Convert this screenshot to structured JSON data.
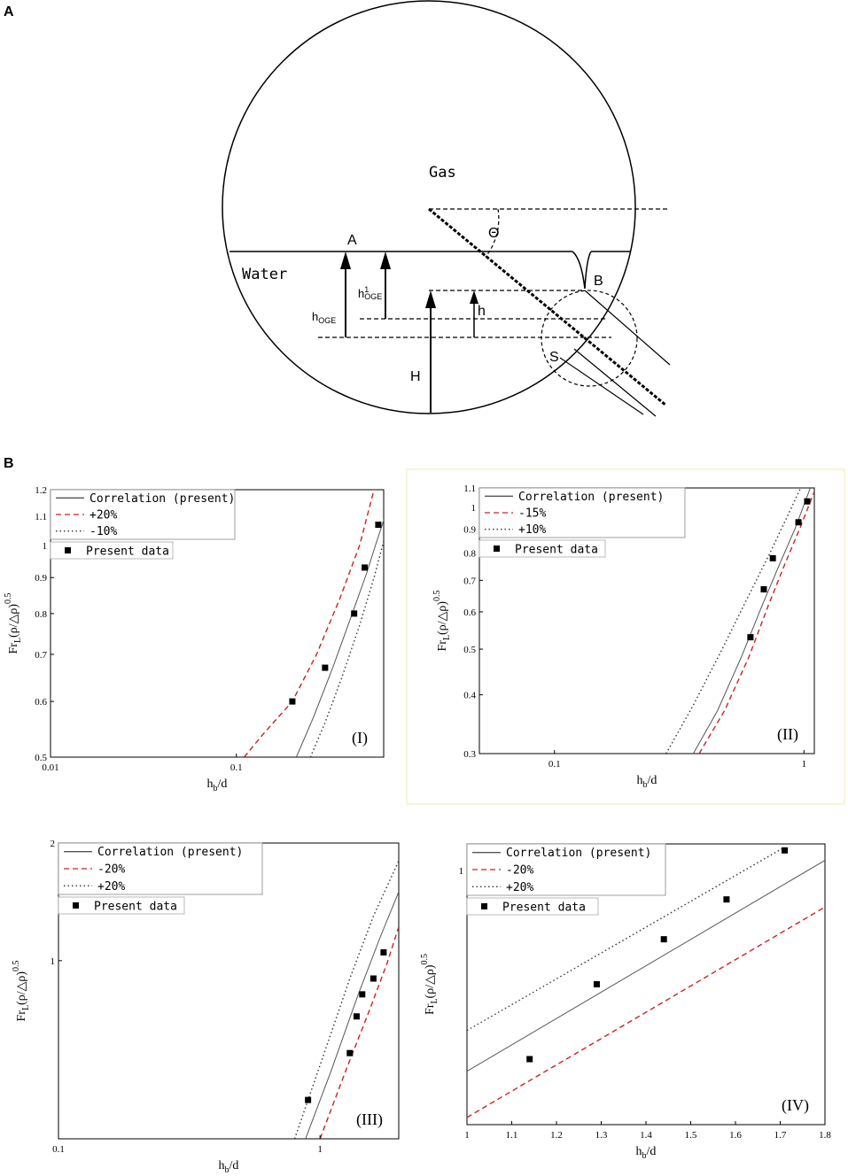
{
  "panel_a": {
    "label": "A",
    "gas": "Gas",
    "water": "Water",
    "theta": "Θ",
    "point_a": "A",
    "point_b": "B",
    "point_s": "S",
    "h_oge": "h",
    "h_oge_sub": "OGE",
    "h1_oge": "h",
    "h1_oge_sup": "1",
    "h1_oge_sub": "OGE",
    "h": "h",
    "H": "H"
  },
  "panel_b": {
    "label": "B"
  },
  "chart_data": [
    {
      "type": "line",
      "id": "I",
      "tag": "(I)",
      "xscale": "log",
      "yscale": "log",
      "xlim": [
        0.01,
        0.62
      ],
      "ylim": [
        0.5,
        1.2
      ],
      "xticks": [
        0.01,
        0.1
      ],
      "xtick_labels": [
        "0.01",
        "0.1"
      ],
      "yticks": [
        0.5,
        0.6,
        0.7,
        0.8,
        0.9,
        1.0,
        1.1,
        1.2
      ],
      "ytick_labels": [
        "0.5",
        "0.6",
        "0.7",
        "0.8",
        "0.9",
        "1",
        "1.1",
        "1.2"
      ],
      "xlabel": "h",
      "xlabel_sub": "b",
      "xlabel_tail": "/d",
      "ylabel": "Fr",
      "ylabel_sub": "L",
      "ylabel_mid": "(ρ/△ρ)",
      "ylabel_sup": "0.5",
      "legend": [
        "Correlation (present)",
        "+20%",
        "-10%",
        "Present data"
      ],
      "series": [
        {
          "name": "Correlation (present)",
          "style": "solid",
          "color": "#555555",
          "points": [
            [
              0.21,
              0.5
            ],
            [
              0.26,
              0.57
            ],
            [
              0.33,
              0.67
            ],
            [
              0.42,
              0.8
            ],
            [
              0.5,
              0.91
            ],
            [
              0.56,
              1.0
            ],
            [
              0.63,
              1.1
            ]
          ]
        },
        {
          "name": "+20%",
          "style": "dashed",
          "color": "#cc2222",
          "points": [
            [
              0.11,
              0.5
            ],
            [
              0.14,
              0.54
            ],
            [
              0.2,
              0.6
            ],
            [
              0.27,
              0.7
            ],
            [
              0.36,
              0.84
            ],
            [
              0.46,
              1.0
            ],
            [
              0.55,
              1.2
            ]
          ]
        },
        {
          "name": "-10%",
          "style": "dotted",
          "color": "#333333",
          "points": [
            [
              0.25,
              0.5
            ],
            [
              0.3,
              0.56
            ],
            [
              0.37,
              0.65
            ],
            [
              0.46,
              0.77
            ],
            [
              0.55,
              0.9
            ],
            [
              0.63,
              1.03
            ]
          ]
        },
        {
          "name": "Present data",
          "style": "marker",
          "color": "#000000",
          "points": [
            [
              0.2,
              0.6
            ],
            [
              0.3,
              0.67
            ],
            [
              0.43,
              0.8
            ],
            [
              0.49,
              0.93
            ],
            [
              0.58,
              1.07
            ]
          ]
        }
      ]
    },
    {
      "type": "line",
      "id": "II",
      "tag": "(II)",
      "xscale": "log",
      "yscale": "log",
      "xlim": [
        0.05,
        1.1
      ],
      "ylim": [
        0.3,
        1.1
      ],
      "xticks": [
        0.1,
        1
      ],
      "xtick_labels": [
        "0.1",
        "1"
      ],
      "yticks": [
        0.3,
        0.4,
        0.5,
        0.6,
        0.7,
        0.8,
        0.9,
        1.0,
        1.1
      ],
      "ytick_labels": [
        "0.3",
        "0.4",
        "0.5",
        "0.6",
        "0.7",
        "0.8",
        "0.9",
        "1",
        "1.1"
      ],
      "xlabel": "h",
      "xlabel_sub": "b",
      "xlabel_tail": "/d",
      "ylabel": "Fr",
      "ylabel_sub": "L",
      "ylabel_mid": "(ρ/△ρ)",
      "ylabel_sup": "0.5",
      "legend": [
        "Correlation (present)",
        "-15%",
        "+10%",
        "Present data"
      ],
      "series": [
        {
          "name": "Correlation (present)",
          "style": "solid",
          "color": "#555555",
          "points": [
            [
              0.36,
              0.3
            ],
            [
              0.45,
              0.37
            ],
            [
              0.56,
              0.48
            ],
            [
              0.68,
              0.62
            ],
            [
              0.8,
              0.76
            ],
            [
              0.92,
              0.9
            ],
            [
              1.06,
              1.1
            ]
          ]
        },
        {
          "name": "-15%",
          "style": "dashed",
          "color": "#cc2222",
          "points": [
            [
              0.38,
              0.3
            ],
            [
              0.48,
              0.37
            ],
            [
              0.6,
              0.48
            ],
            [
              0.72,
              0.62
            ],
            [
              0.84,
              0.76
            ],
            [
              0.96,
              0.9
            ],
            [
              1.1,
              1.08
            ]
          ]
        },
        {
          "name": "+10%",
          "style": "dotted",
          "color": "#333333",
          "points": [
            [
              0.28,
              0.3
            ],
            [
              0.36,
              0.38
            ],
            [
              0.47,
              0.5
            ],
            [
              0.6,
              0.65
            ],
            [
              0.73,
              0.8
            ],
            [
              0.86,
              0.96
            ],
            [
              0.97,
              1.1
            ]
          ]
        },
        {
          "name": "Present data",
          "style": "marker",
          "color": "#000000",
          "points": [
            [
              0.61,
              0.53
            ],
            [
              0.69,
              0.67
            ],
            [
              0.75,
              0.78
            ],
            [
              0.95,
              0.93
            ],
            [
              1.03,
              1.03
            ]
          ]
        }
      ]
    },
    {
      "type": "line",
      "id": "III",
      "tag": "(III)",
      "xscale": "log",
      "yscale": "log",
      "xlim": [
        0.1,
        2.0
      ],
      "ylim": [
        0.35,
        2.0
      ],
      "xticks": [
        0.1,
        1
      ],
      "xtick_labels": [
        "0.1",
        "1"
      ],
      "yticks": [
        1,
        2
      ],
      "ytick_labels": [
        "1",
        "2"
      ],
      "xlabel": "h",
      "xlabel_sub": "b",
      "xlabel_tail": "/d",
      "ylabel": "Fr",
      "ylabel_sub": "L",
      "ylabel_mid": "(ρ/△ρ)",
      "ylabel_sup": "0.5",
      "legend": [
        "Correlation (present)",
        "-20%",
        "+20%",
        "Present data"
      ],
      "series": [
        {
          "name": "Correlation (present)",
          "style": "solid",
          "color": "#555555",
          "points": [
            [
              0.88,
              0.35
            ],
            [
              1.1,
              0.52
            ],
            [
              1.4,
              0.82
            ],
            [
              1.7,
              1.15
            ],
            [
              2.0,
              1.5
            ]
          ]
        },
        {
          "name": "-20%",
          "style": "dashed",
          "color": "#cc2222",
          "points": [
            [
              1.0,
              0.35
            ],
            [
              1.25,
              0.52
            ],
            [
              1.55,
              0.75
            ],
            [
              1.8,
              0.98
            ],
            [
              2.0,
              1.22
            ]
          ]
        },
        {
          "name": "+20%",
          "style": "dotted",
          "color": "#333333",
          "points": [
            [
              0.8,
              0.35
            ],
            [
              1.0,
              0.54
            ],
            [
              1.3,
              0.9
            ],
            [
              1.6,
              1.3
            ],
            [
              2.0,
              1.8
            ]
          ]
        },
        {
          "name": "Present data",
          "style": "marker",
          "color": "#000000",
          "points": [
            [
              0.9,
              0.44
            ],
            [
              1.3,
              0.58
            ],
            [
              1.38,
              0.72
            ],
            [
              1.45,
              0.82
            ],
            [
              1.6,
              0.9
            ],
            [
              1.75,
              1.05
            ]
          ]
        }
      ]
    },
    {
      "type": "line",
      "id": "IV",
      "tag": "(IV)",
      "xscale": "linear",
      "yscale": "log",
      "xlim": [
        1.0,
        1.8
      ],
      "ylim": [
        0.48,
        1.08
      ],
      "xticks": [
        1.0,
        1.1,
        1.2,
        1.3,
        1.4,
        1.5,
        1.6,
        1.7,
        1.8
      ],
      "xtick_labels": [
        "1",
        "1.1",
        "1.2",
        "1.3",
        "1.4",
        "1.5",
        "1.6",
        "1.7",
        "1.8"
      ],
      "yticks": [
        1
      ],
      "ytick_labels": [
        "1"
      ],
      "xlabel": "h",
      "xlabel_sub": "b",
      "xlabel_tail": "/d",
      "ylabel": "Fr",
      "ylabel_sub": "L",
      "ylabel_mid": "(ρ/△ρ)",
      "ylabel_sup": "0.5",
      "legend": [
        "Correlation (present)",
        "-20%",
        "+20%",
        "Present data"
      ],
      "series": [
        {
          "name": "Correlation (present)",
          "style": "solid",
          "color": "#555555",
          "points": [
            [
              1.0,
              0.56
            ],
            [
              1.8,
              1.03
            ]
          ]
        },
        {
          "name": "-20%",
          "style": "dashed",
          "color": "#cc2222",
          "points": [
            [
              1.0,
              0.49
            ],
            [
              1.8,
              0.9
            ]
          ]
        },
        {
          "name": "+20%",
          "style": "dotted",
          "color": "#333333",
          "points": [
            [
              1.0,
              0.63
            ],
            [
              1.71,
              1.07
            ]
          ]
        },
        {
          "name": "Present data",
          "style": "marker",
          "color": "#000000",
          "points": [
            [
              1.14,
              0.58
            ],
            [
              1.29,
              0.72
            ],
            [
              1.44,
              0.82
            ],
            [
              1.58,
              0.92
            ],
            [
              1.71,
              1.06
            ]
          ]
        }
      ]
    }
  ]
}
